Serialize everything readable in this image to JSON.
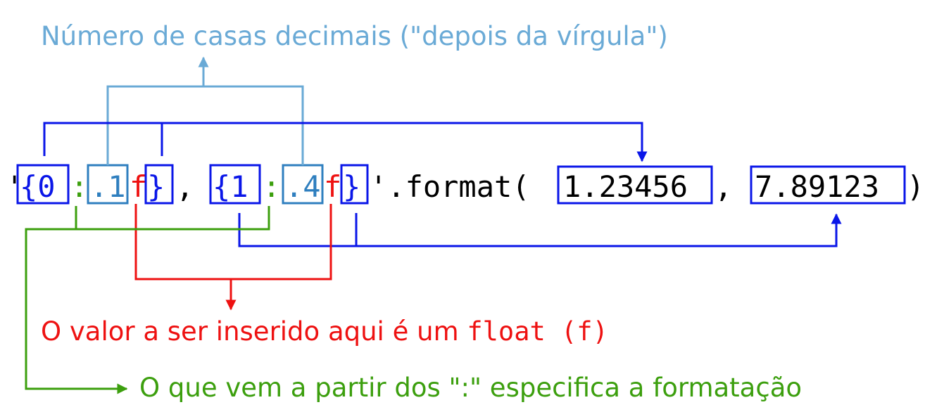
{
  "colors": {
    "decimals": "#6aaad6",
    "blue": "#0a16e8",
    "red": "#ee1111",
    "green": "#3c9f0e",
    "black": "#000000",
    "decimals_box": "#2f7fbf"
  },
  "annotations": {
    "decimals_note": "Número de casas decimais (\"depois da vírgula\")",
    "float_note_prefix": "O valor a ser inserido aqui é um ",
    "float_note_code": "float (f)",
    "format_note": "O que vem a partir dos \":\" especifica a formatação"
  },
  "code": {
    "quote_open": "'",
    "field1_open": "{0",
    "colon1": ":",
    "precision1": ".1",
    "type1": "f",
    "field1_close": "}",
    "sep1": ", ",
    "field2_open": "{1",
    "colon2": ":",
    "precision2": ".4",
    "type2": "f",
    "field2_close": "}",
    "tail": "'.format(",
    "arg1": "1.23456",
    "sep2": ", ",
    "arg2": "7.89123",
    "paren_close": ")"
  }
}
